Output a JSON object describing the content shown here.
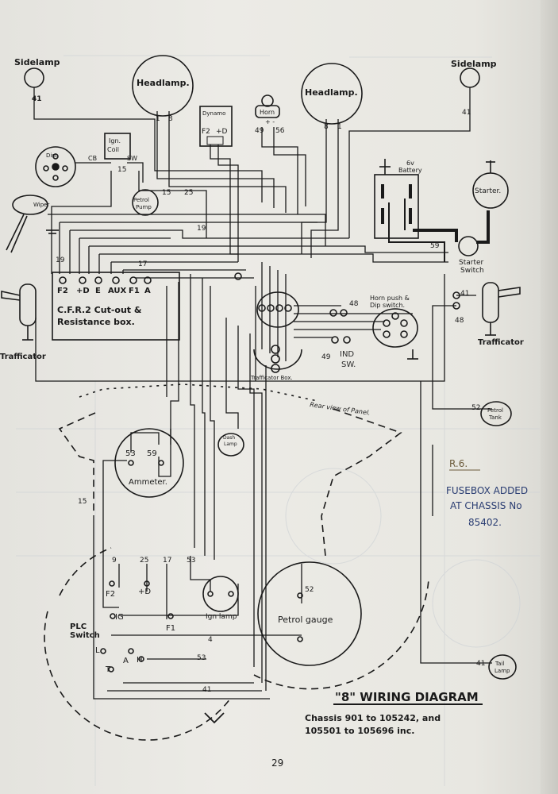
{
  "components": {
    "sidelamp_left": "Sidelamp",
    "sidelamp_right": "Sidelamp",
    "headlamp_left": "Headlamp.",
    "headlamp_right": "Headlamp.",
    "dynamo": "Dynamo",
    "dynamo_f2": "F2",
    "dynamo_d": "+D",
    "horn": "Horn",
    "horn_terminals": "+  -",
    "ign_coil": [
      "Ign.",
      "Coil"
    ],
    "dist": "Dist",
    "cb": "CB",
    "sw": "SW",
    "petrol_pump": [
      "Petrol",
      "Pump"
    ],
    "wiper": "Wiper",
    "battery": [
      "6v",
      "Battery"
    ],
    "starter": "Starter.",
    "starter_switch": [
      "Starter",
      "Switch"
    ],
    "cfr_box": [
      "C.F.R.2 Cut-out &",
      "Resistance box."
    ],
    "cfr_terminals": [
      "F2",
      "+D",
      "E",
      "AUX",
      "F1",
      "A"
    ],
    "trafficator_left": "Trafficator",
    "trafficator_right": "Trafficator",
    "trafficator_box": "Trafficator Box.",
    "horn_push": [
      "Horn push &",
      "Dip switch."
    ],
    "ind_sw": [
      "IND",
      "SW."
    ],
    "petrol_tank": [
      "Petrol",
      "Tank"
    ],
    "tail_lamp": [
      "Tail",
      "Lamp"
    ],
    "rear_view": "Rear view of Panel.",
    "dash_lamp": [
      "Dash",
      "Lamp"
    ],
    "ammeter": "Ammeter.",
    "ammeter_terminals": [
      "53",
      "59"
    ],
    "plc_switch": [
      "PLC",
      "Switch"
    ],
    "plc_terminals": [
      "F2",
      "+D",
      "IG",
      "F1",
      "L",
      "A",
      "H",
      "T"
    ],
    "ign_lamp": "Ign lamp",
    "petrol_gauge": "Petrol gauge"
  },
  "wire_numbers": {
    "w41_left": "41",
    "w41_right": "41",
    "w1_l": "1",
    "w8_l": "8",
    "w8_r": "8",
    "w1_r": "1",
    "w49": "49",
    "w56": "56",
    "w15a": "15",
    "w15b": "15",
    "w25": "25",
    "w19a": "19",
    "w19b": "19",
    "w17": "17",
    "w59": "59",
    "w48a": "48",
    "w48b": "48",
    "w49b": "49",
    "w41c": "41",
    "w52": "52",
    "w15c": "15",
    "w9": "9",
    "w25b": "25",
    "w17b": "17",
    "w53a": "53",
    "w52b": "52",
    "w4": "4",
    "w53b": "53",
    "w41d": "41",
    "w41e": "41"
  },
  "annotation": {
    "code": "R.6.",
    "lines": [
      "FUSEBOX ADDED",
      "AT CHASSIS No",
      "85402."
    ]
  },
  "title": {
    "main": "\"8\" WIRING DIAGRAM",
    "sub1": "Chassis 901 to 105242, and",
    "sub2": "105501 to 105696 inc."
  },
  "page_number": "29",
  "colors": {
    "ink": "#1a1a1a",
    "paper": "#e8e7e2",
    "pen": "#2a3d72"
  }
}
